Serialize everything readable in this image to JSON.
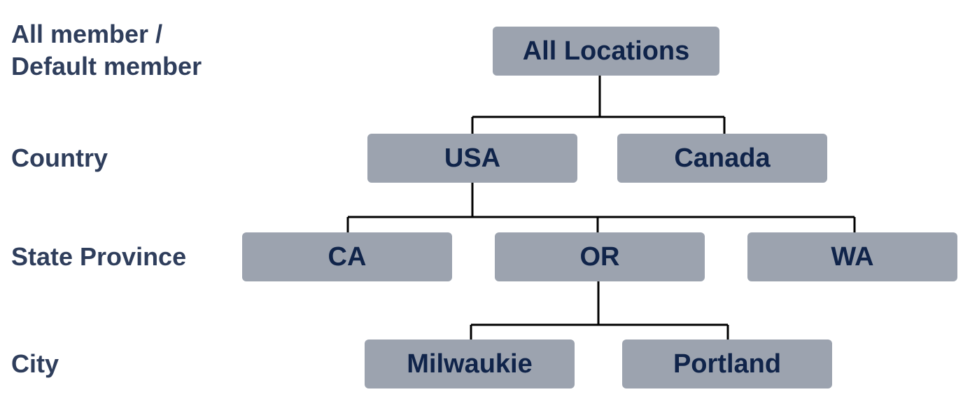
{
  "levels": {
    "all_member_line1": "All member /",
    "all_member_line2": "Default member",
    "country": "Country",
    "state_province": "State Province",
    "city": "City"
  },
  "nodes": {
    "all_locations": "All Locations",
    "usa": "USA",
    "canada": "Canada",
    "ca": "CA",
    "or": "OR",
    "wa": "WA",
    "milwaukie": "Milwaukie",
    "portland": "Portland"
  },
  "colors": {
    "node_fill": "#9ca3af",
    "node_text": "#10244a",
    "label_text": "#2f3e5c",
    "connector": "#000000"
  }
}
